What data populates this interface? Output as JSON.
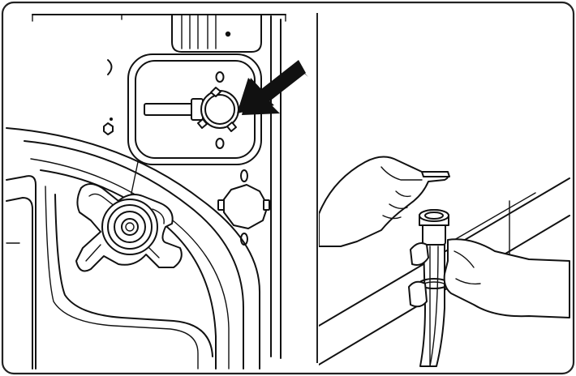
{
  "figure": {
    "panels": [
      {
        "id": "left",
        "content": "washer-rear-drain-valve"
      },
      {
        "id": "right",
        "content": "hands-drain-hose"
      }
    ],
    "colors": {
      "ink": "#111111",
      "paper": "#ffffff",
      "frame": "#222222"
    },
    "icons": [
      "pointer-arrow-icon"
    ]
  }
}
